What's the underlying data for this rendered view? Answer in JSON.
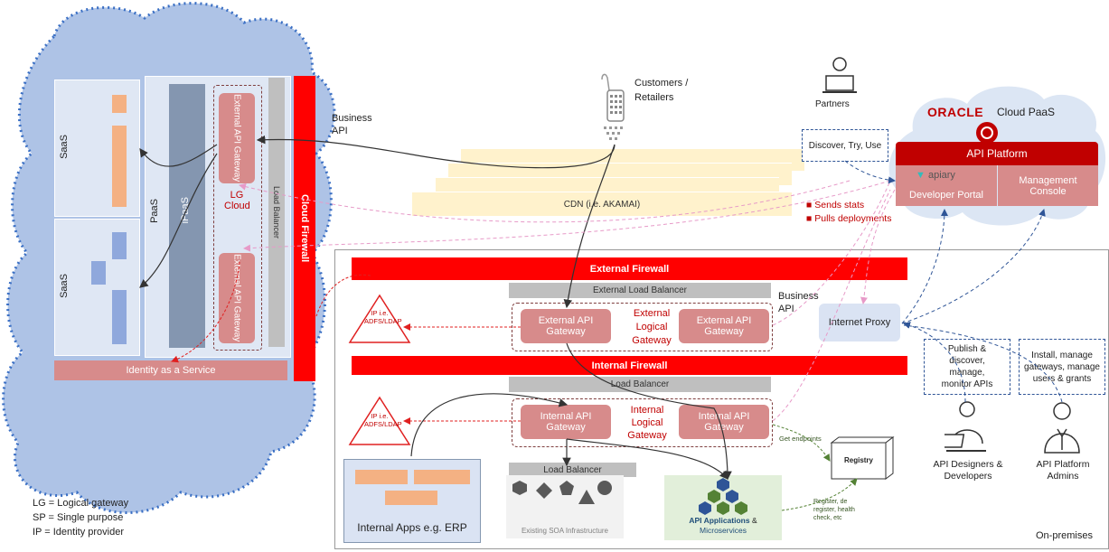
{
  "cloud": {
    "saas_top": "SaaS",
    "saas_bottom": "SaaS",
    "paas": "PaaS",
    "ipaas": "iPaaS",
    "ext_gw_top": "External API Gateway",
    "lg_cloud": "LG Cloud",
    "ext_gw_bottom": "External API Gateway",
    "load_balancer": "Load Balancer",
    "cloud_firewall": "Cloud Firewall",
    "identity": "Identity as a Service"
  },
  "top": {
    "business_api": "Business API",
    "customers": "Customers / Retailers",
    "cdn": "CDN (i.e. AKAMAI)",
    "partners": "Partners",
    "discover_box": "Discover, Try, Use",
    "sends_stats": "Sends stats",
    "pulls_deployments": "Pulls deployments"
  },
  "oracle": {
    "brand": "ORACLE",
    "cloud_paas": "Cloud PaaS",
    "api_platform": "API Platform",
    "apiary": "apiary",
    "developer_portal": "Developer Portal",
    "management_console": "Management Console"
  },
  "onprem": {
    "external_firewall": "External Firewall",
    "external_load_balancer": "External Load Balancer",
    "business_api": "Business API",
    "ext_gw_left": "External API Gateway",
    "external_logical_gateway": "External Logical Gateway",
    "ext_gw_right": "External API Gateway",
    "ip1": "IP i.e. ADFS/LDAP",
    "internet_proxy": "Internet Proxy",
    "internal_firewall": "Internal Firewall",
    "load_balancer": "Load Balancer",
    "int_gw_left": "Internal API Gateway",
    "internal_logical_gateway": "Internal Logical Gateway",
    "int_gw_right": "Internal API Gateway",
    "ip2": "IP i.e. ADFS/LDAP",
    "get_endpoints": "Get endpoints",
    "registry": "Registry",
    "register_note": "Register, de register, health check, etc",
    "load_balancer_small": "Load Balancer",
    "existing_soa": "Existing SOA Infrastructure",
    "internal_apps": "Internal Apps e.g. ERP",
    "api_applications": "API Applications",
    "amp": "&",
    "microservices": "Microservices",
    "publish_box": "Publish & discover, manage, monitor APIs",
    "install_box": "Install, manage gateways, manage users & grants",
    "designers": "API Designers & Developers",
    "admins": "API Platform Admins",
    "on_premises": "On-premises"
  },
  "legend": [
    "LG = Logical gateway",
    "SP = Single purpose",
    "IP = Identity provider"
  ],
  "colors": {
    "firewall": "#ff0000",
    "gateway": "#d78b8b",
    "cloud": "#a9c0e6",
    "accent": "#c00000"
  }
}
